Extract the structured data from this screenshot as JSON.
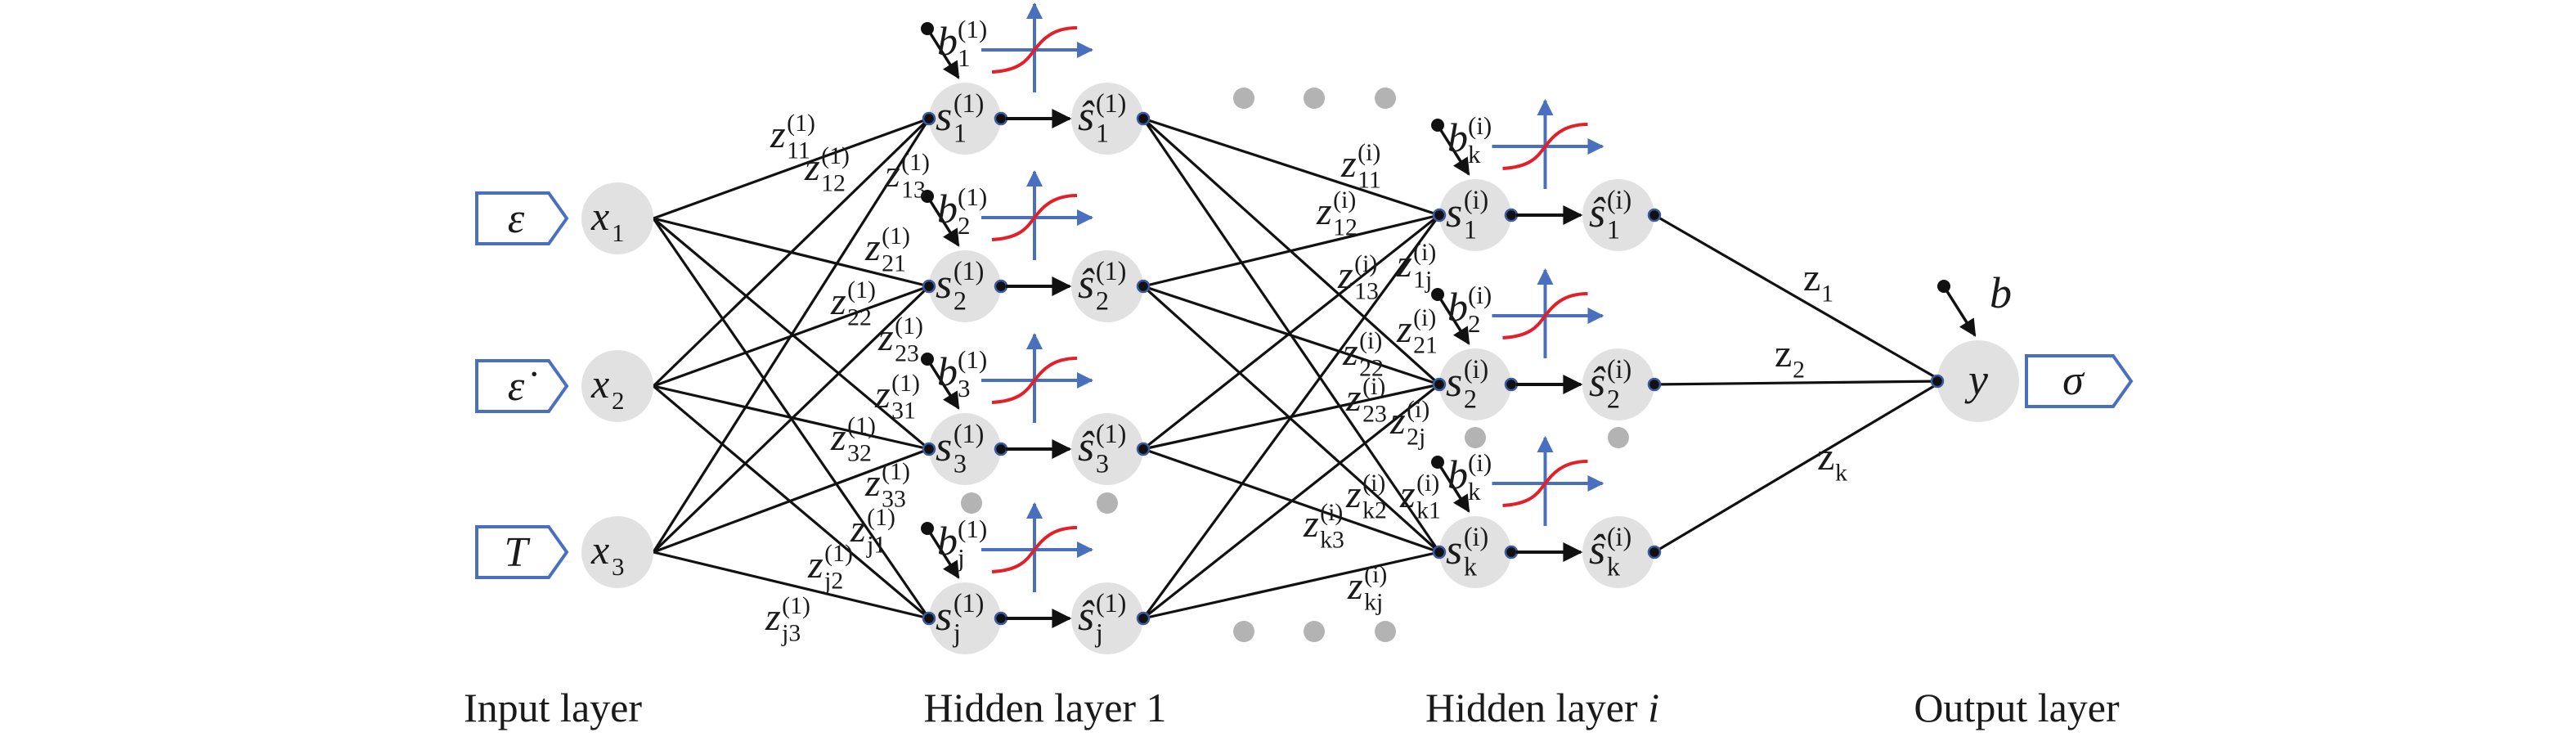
{
  "diagram": {
    "title": "Feed-forward neural network with input layer, hidden layers and output layer",
    "colors": {
      "node_fill": "#e1e1e1",
      "connection": "#111111",
      "port": "#3c5aa0",
      "io_box_border": "#4a6fbf",
      "activation_axis": "#4a6fbf",
      "activation_curve": "#e3202a",
      "ellipsis_dot": "#b3b3b3"
    },
    "layer_labels": [
      {
        "text": "Input layer",
        "italic_suffix": ""
      },
      {
        "text": "Hidden layer 1",
        "italic_suffix": ""
      },
      {
        "text": "Hidden layer ",
        "italic_suffix": "i"
      },
      {
        "text": "Output layer",
        "italic_suffix": ""
      }
    ],
    "inputs": [
      {
        "box_label": "ε",
        "node_main": "x",
        "node_sub": "1"
      },
      {
        "box_label": "ε̇",
        "node_main": "x",
        "node_sub": "2"
      },
      {
        "box_label": "T",
        "node_main": "x",
        "node_sub": "3"
      }
    ],
    "hidden1": {
      "superscript": "(1)",
      "neurons": [
        {
          "sub": "1",
          "bias_main": "b",
          "bias_sub": "1"
        },
        {
          "sub": "2",
          "bias_main": "b",
          "bias_sub": "2"
        },
        {
          "sub": "3",
          "bias_main": "b",
          "bias_sub": "3"
        },
        {
          "sub": "j",
          "bias_main": "b",
          "bias_sub": "j"
        }
      ],
      "pre_symbol": "s",
      "post_symbol": "ŝ",
      "weights": [
        {
          "main": "z",
          "sub": "11",
          "sup": "(1)"
        },
        {
          "main": "z",
          "sub": "12",
          "sup": "(1)"
        },
        {
          "main": "z",
          "sub": "13",
          "sup": "(1)"
        },
        {
          "main": "z",
          "sub": "21",
          "sup": "(1)"
        },
        {
          "main": "z",
          "sub": "22",
          "sup": "(1)"
        },
        {
          "main": "z",
          "sub": "23",
          "sup": "(1)"
        },
        {
          "main": "z",
          "sub": "31",
          "sup": "(1)"
        },
        {
          "main": "z",
          "sub": "32",
          "sup": "(1)"
        },
        {
          "main": "z",
          "sub": "33",
          "sup": "(1)"
        },
        {
          "main": "z",
          "sub": "j1",
          "sup": "(1)"
        },
        {
          "main": "z",
          "sub": "j2",
          "sup": "(1)"
        },
        {
          "main": "z",
          "sub": "j3",
          "sup": "(1)"
        }
      ]
    },
    "hiddeni": {
      "superscript": "(i)",
      "neurons": [
        {
          "sub": "1",
          "bias_main": "b",
          "bias_sub": "k"
        },
        {
          "sub": "2",
          "bias_main": "b",
          "bias_sub": "2"
        },
        {
          "sub": "k",
          "bias_main": "b",
          "bias_sub": "k"
        }
      ],
      "pre_symbol": "s",
      "post_symbol": "ŝ",
      "weights": [
        {
          "main": "z",
          "sub": "11",
          "sup": "(i)"
        },
        {
          "main": "z",
          "sub": "12",
          "sup": "(i)"
        },
        {
          "main": "z",
          "sub": "13",
          "sup": "(i)"
        },
        {
          "main": "z",
          "sub": "1j",
          "sup": "(i)"
        },
        {
          "main": "z",
          "sub": "21",
          "sup": "(i)"
        },
        {
          "main": "z",
          "sub": "22",
          "sup": "(i)"
        },
        {
          "main": "z",
          "sub": "23",
          "sup": "(i)"
        },
        {
          "main": "z",
          "sub": "2j",
          "sup": "(i)"
        },
        {
          "main": "z",
          "sub": "k1",
          "sup": "(i)"
        },
        {
          "main": "z",
          "sub": "k2",
          "sup": "(i)"
        },
        {
          "main": "z",
          "sub": "k3",
          "sup": "(i)"
        },
        {
          "main": "z",
          "sub": "kj",
          "sup": "(i)"
        }
      ]
    },
    "output": {
      "node_label": "y",
      "bias_label": "b",
      "box_label": "σ",
      "weights": [
        {
          "main": "z",
          "sub": "1"
        },
        {
          "main": "z",
          "sub": "2"
        },
        {
          "main": "z",
          "sub": "k"
        }
      ]
    }
  }
}
